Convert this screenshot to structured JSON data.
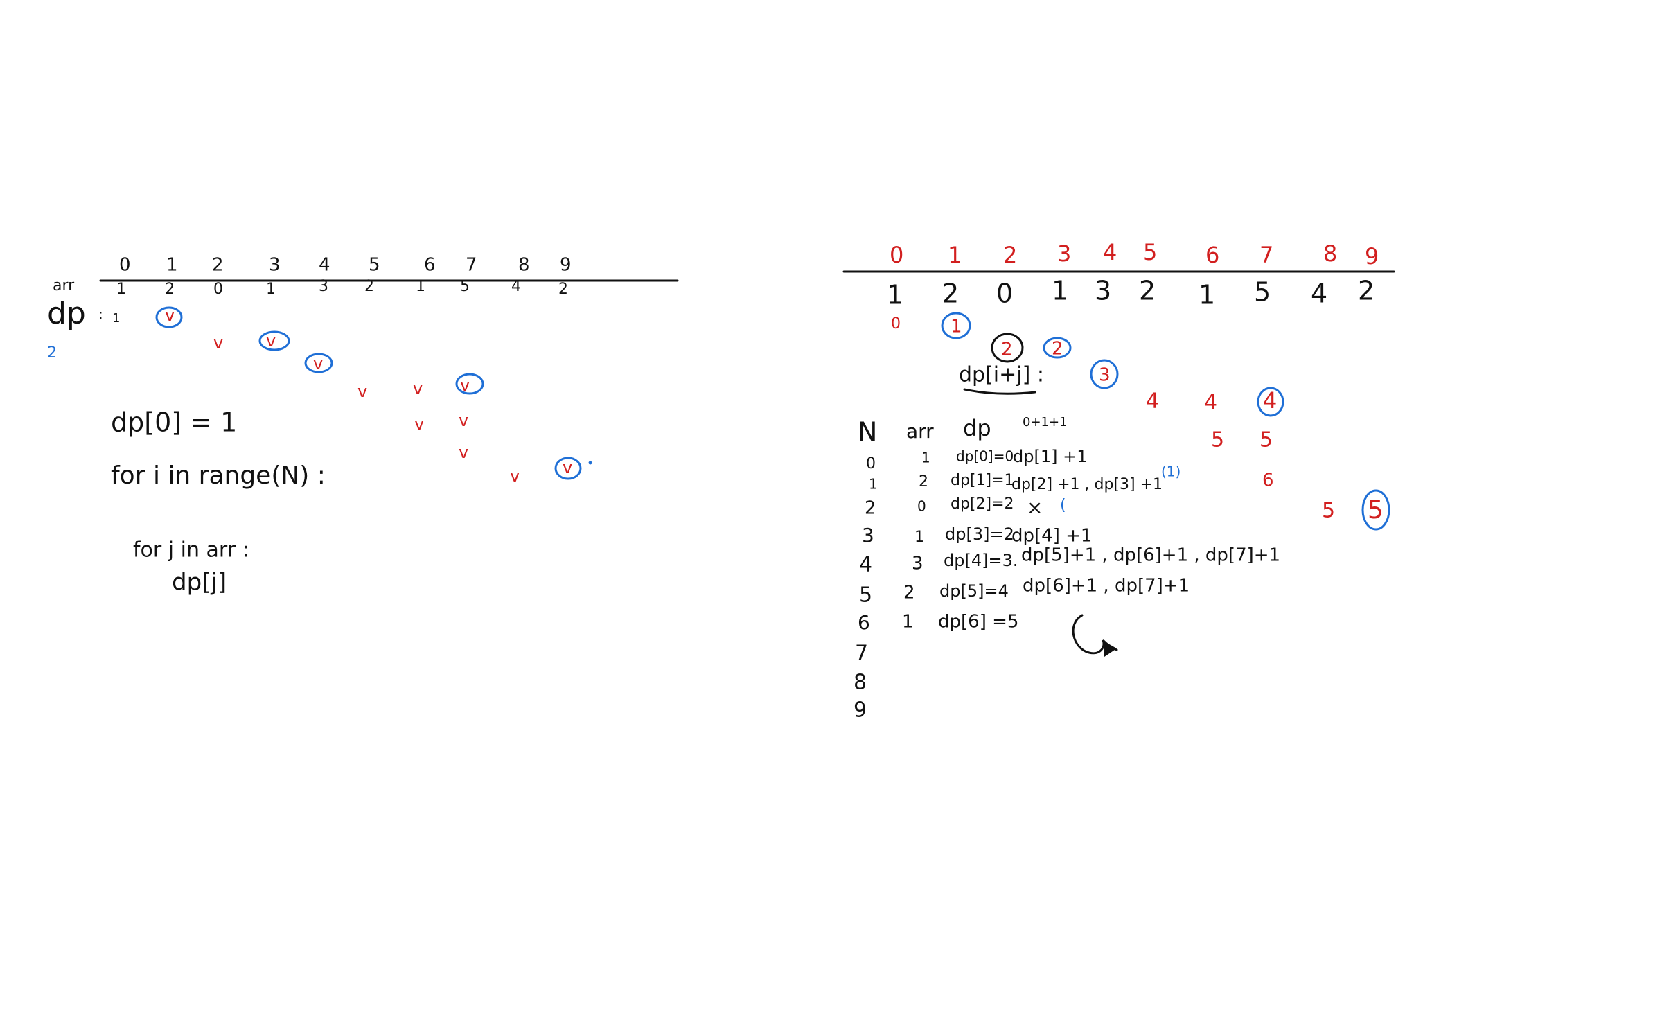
{
  "colors": {
    "ink": "#111111",
    "red": "#d21f1f",
    "blue": "#1f6fd6"
  },
  "left": {
    "index_row": [
      "0",
      "1",
      "2",
      "3",
      "4",
      "5",
      "6",
      "7",
      "8",
      "9"
    ],
    "arr_label": "arr",
    "arr_values": [
      "1",
      "2",
      "0",
      "1",
      "3",
      "2",
      "1",
      "5",
      "4",
      "2"
    ],
    "dp_label": "dp",
    "dp_sep": ":",
    "dp_first": "1",
    "side_mark": "2",
    "check_mark": "v",
    "dp0_line": "dp[0] = 1",
    "for_line": "for i in range(N) :",
    "inner_for_line": "for j in arr :",
    "dp_j_line": "dp[j]"
  },
  "right": {
    "index_row": [
      "0",
      "1",
      "2",
      "3",
      "4",
      "5",
      "6",
      "7",
      "8",
      "9"
    ],
    "arr_values": [
      "1",
      "2",
      "0",
      "1",
      "3",
      "2",
      "1",
      "5",
      "4",
      "2"
    ],
    "dp_small": "0",
    "circled": [
      "1",
      "2",
      "2",
      "3",
      "4",
      "5"
    ],
    "red_numbers": [
      "4",
      "4",
      "5",
      "5",
      "6",
      "5"
    ],
    "dp_ij": "dp[i+j] :",
    "table_header": {
      "n": "N",
      "arr": "arr",
      "dp": "dp",
      "extra": "0+1+1"
    },
    "rows": [
      {
        "n": "0",
        "arr": "1",
        "dp": "dp[0]=0",
        "next": "dp[1] +1"
      },
      {
        "n": "1",
        "arr": "2",
        "dp": "dp[1]=1",
        "next": "dp[2] +1 , dp[3] +1",
        "note": "(1)"
      },
      {
        "n": "2",
        "arr": "0",
        "dp": "dp[2]=2",
        "next": "×",
        "note": "("
      },
      {
        "n": "3",
        "arr": "1",
        "dp": "dp[3]=2",
        "next": "dp[4] +1"
      },
      {
        "n": "4",
        "arr": "3",
        "dp": "dp[4]=3.",
        "next": "dp[5]+1 , dp[6]+1 , dp[7]+1"
      },
      {
        "n": "5",
        "arr": "2",
        "dp": "dp[5]=4",
        "next": "dp[6]+1 , dp[7]+1"
      },
      {
        "n": "6",
        "arr": "1",
        "dp": "dp[6] =5",
        "next": ""
      },
      {
        "n": "7",
        "arr": "",
        "dp": "",
        "next": ""
      },
      {
        "n": "8",
        "arr": "",
        "dp": "",
        "next": ""
      },
      {
        "n": "9",
        "arr": "",
        "dp": "",
        "next": ""
      }
    ]
  }
}
